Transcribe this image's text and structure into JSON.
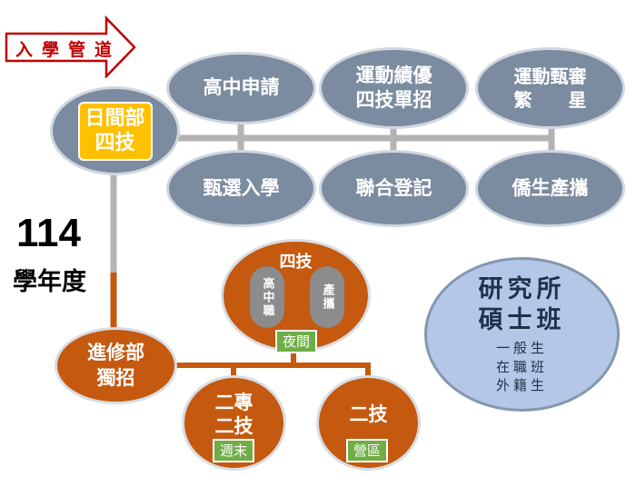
{
  "banner": {
    "text": "入學管道",
    "color": "#c00000"
  },
  "year": {
    "number": "114",
    "label": "學年度"
  },
  "day_department": {
    "label_line1": "日間部",
    "label_line2": "四技"
  },
  "day_channels": {
    "top": [
      {
        "label_line1": "高中申請",
        "label_line2": ""
      },
      {
        "label_line1": "運動績優",
        "label_line2": "四技單招"
      },
      {
        "label_line1": "運動甄審",
        "label_line2": "繁　　星"
      }
    ],
    "bottom": [
      {
        "label_line1": "甄選入學",
        "label_line2": ""
      },
      {
        "label_line1": "聯合登記",
        "label_line2": ""
      },
      {
        "label_line1": "僑生產攜",
        "label_line2": ""
      }
    ]
  },
  "continuing_ed": {
    "label_line1": "進修部",
    "label_line2": "獨招"
  },
  "four_year": {
    "title": "四技",
    "left_pill": "高中職",
    "right_pill": "產攜",
    "tag": "夜間"
  },
  "two_year_junior": {
    "label_line1": "二專",
    "label_line2": "二技",
    "tag": "週末"
  },
  "two_year_tech": {
    "label_line1": "二技",
    "tag": "營區"
  },
  "graduate": {
    "title_line1": "研究所",
    "title_line2": "碩士班",
    "items": [
      "一般生",
      "在職班",
      "外籍生"
    ]
  },
  "colors": {
    "blue_node": "#7b8ba0",
    "orange_node": "#c4590f",
    "day_box": "#ffc000",
    "tag_green": "#70ad47",
    "graduate_fill": "#b4c7e7",
    "connector_gray": "#b3b3b3",
    "connector_orange": "#c4590f"
  }
}
